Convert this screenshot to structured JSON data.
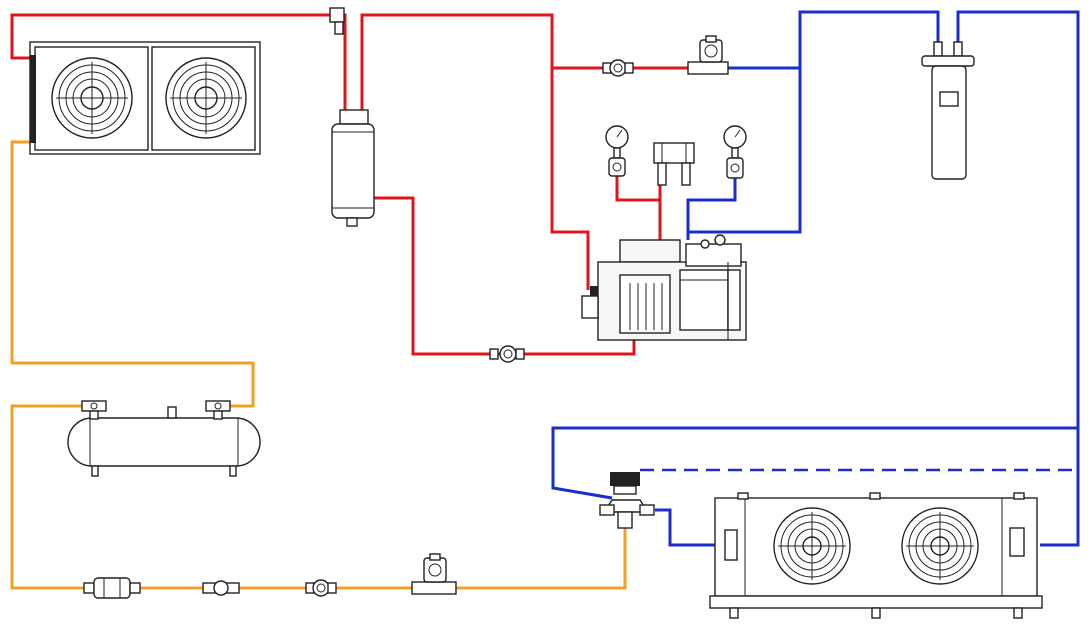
{
  "colors": {
    "discharge_line": "#e0141c",
    "suction_line": "#1a2ecb",
    "liquid_line": "#f0a020",
    "component_stroke": "#222222",
    "background": "#ffffff"
  },
  "components": [
    {
      "id": "air-cooled-condenser",
      "icon": "fan-condenser-icon"
    },
    {
      "id": "oil-separator",
      "icon": "vessel-icon"
    },
    {
      "id": "semi-hermetic-compressor",
      "icon": "compressor-icon"
    },
    {
      "id": "discharge-pressure-gauge",
      "icon": "gauge-icon"
    },
    {
      "id": "suction-pressure-gauge",
      "icon": "gauge-icon"
    },
    {
      "id": "suction-accumulator",
      "icon": "vessel-icon"
    },
    {
      "id": "liquid-receiver",
      "icon": "tank-icon"
    },
    {
      "id": "filter-drier",
      "icon": "filter-icon"
    },
    {
      "id": "sight-glass",
      "icon": "sight-glass-icon"
    },
    {
      "id": "liquid-solenoid-valve",
      "icon": "solenoid-valve-icon"
    },
    {
      "id": "hot-gas-solenoid-valve",
      "icon": "solenoid-valve-icon"
    },
    {
      "id": "thermostatic-expansion-valve",
      "icon": "expansion-valve-icon"
    },
    {
      "id": "unit-cooler-evaporator",
      "icon": "fan-evaporator-icon"
    }
  ]
}
